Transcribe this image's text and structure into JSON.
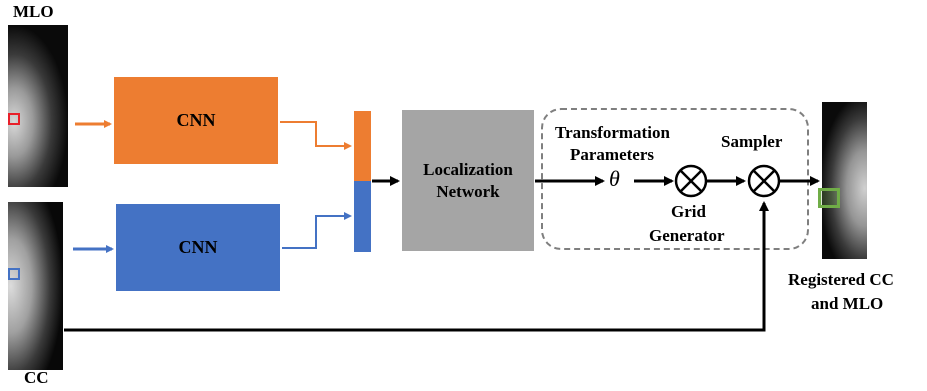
{
  "labels": {
    "mlo": "MLO",
    "cc": "CC",
    "cnn_top": "CNN",
    "cnn_bottom": "CNN",
    "localization_line1": "Localization",
    "localization_line2": "Network",
    "transformation_line1": "Transformation",
    "transformation_line2": "Parameters",
    "theta": "θ",
    "sampler": "Sampler",
    "grid_line1": "Grid",
    "grid_line2": "Generator",
    "registered_line1": "Registered CC",
    "registered_line2": "and MLO"
  },
  "colors": {
    "cnn_top": "#ED7D31",
    "cnn_bottom": "#4472C4",
    "localization": "#A5A5A5",
    "mlo_marker": "#E8202A",
    "cc_marker": "#4472C4",
    "registered_marker": "#70AD47",
    "dashed_border": "#7F7F7F"
  }
}
